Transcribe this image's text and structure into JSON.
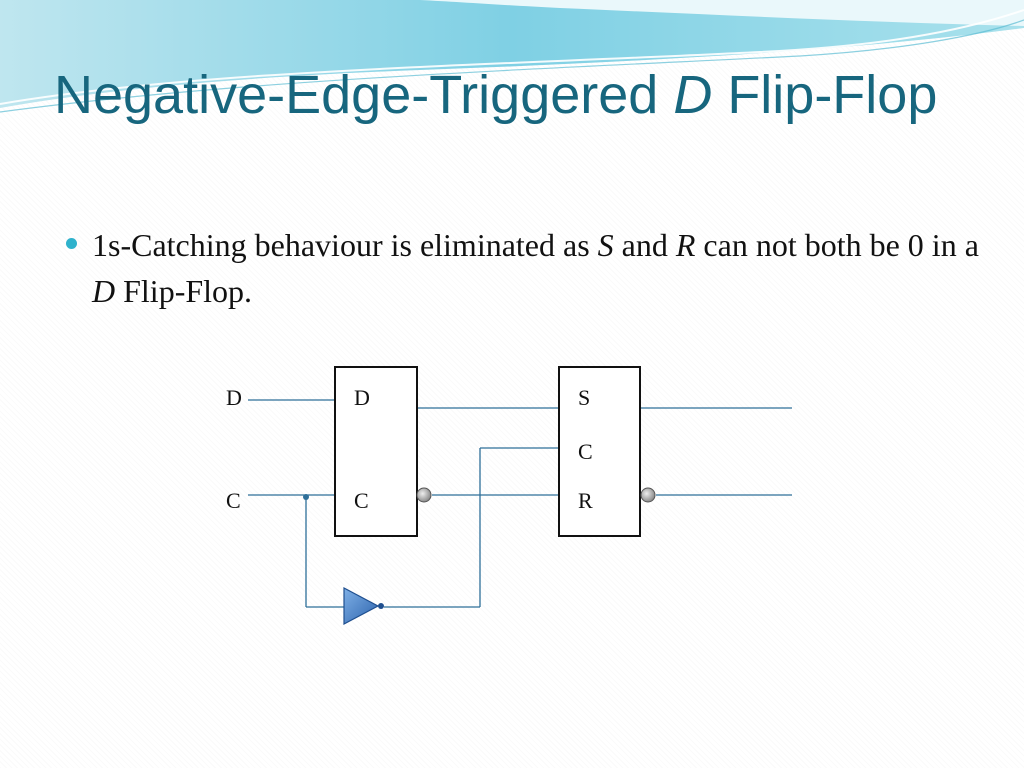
{
  "title": {
    "part1": "Negative-Edge-Triggered ",
    "italic": "D",
    "part2": " Flip-Flop"
  },
  "bullet": {
    "t1": "1s-Catching behaviour is eliminated as ",
    "s": "S",
    "t2": " and ",
    "r": "R",
    "t3": " can not both be 0 in a ",
    "d": "D",
    "t4": " Flip-Flop."
  },
  "diagram": {
    "inputs": {
      "d": "D",
      "c": "C"
    },
    "latch1": {
      "d": "D",
      "c": "C"
    },
    "latch2": {
      "s": "S",
      "c": "C",
      "r": "R"
    }
  },
  "colors": {
    "title": "#17667e",
    "bullet": "#2fb2cc",
    "wire": "#2e6f99",
    "inverter": "#3f7fc6"
  }
}
